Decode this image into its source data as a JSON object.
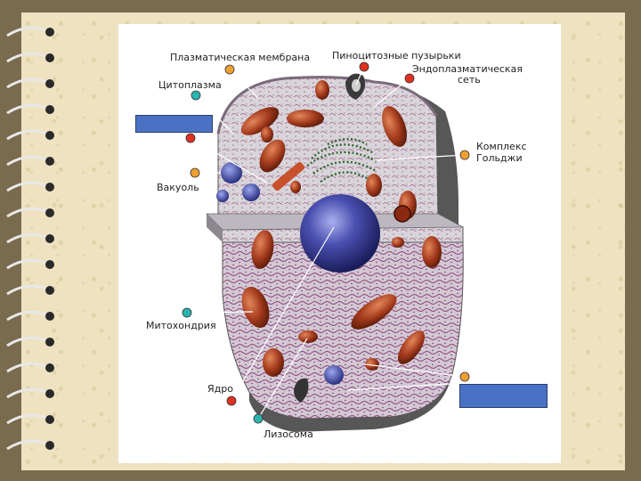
{
  "labels": {
    "membrane": "Плазматическая мембрана",
    "pino": "Пиноцитозные пузырьки",
    "er_1": "Эндоплазматическая",
    "er_2": "сеть",
    "cytoplasm": "Цитоплазма",
    "golgi_1": "Комплекс",
    "golgi_2": "Гольджи",
    "vacuole": "Вакуоль",
    "mito": "Митохондрия",
    "nucleus": "Ядро",
    "lysosome": "Лизосома"
  },
  "colors": {
    "frame": "#7a6a4e",
    "paper": "#efe2c0",
    "marker_orange": "#f0a030",
    "marker_teal": "#2ab5b0",
    "marker_red": "#e03020",
    "hidden_box": "#4a72c4",
    "nucleus": "#3a3f9a",
    "mitochondria": "#a33a1c",
    "golgi": "#2e6a2a",
    "cytoplasm": "#d8d3d8"
  }
}
